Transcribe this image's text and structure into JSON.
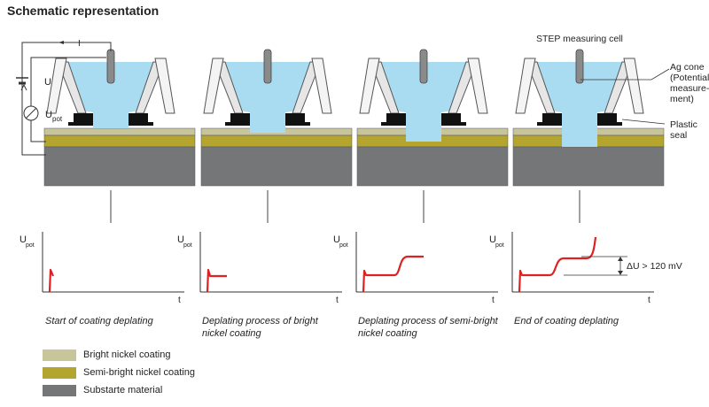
{
  "title": "Schematic representation",
  "cell_title": "STEP measuring cell",
  "labels": {
    "ag_cone": [
      "Ag cone",
      "(Potential-",
      "measure-",
      "ment)"
    ],
    "plastic_seal": [
      "Plastic",
      "seal"
    ],
    "current": "I",
    "voltage": "U",
    "upot_main": "U",
    "upot_sub": "pot"
  },
  "charts": [
    {
      "ylabel_main": "U",
      "ylabel_sub": "pot",
      "xlabel": "t",
      "caption": [
        "Start of coating deplating"
      ]
    },
    {
      "ylabel_main": "U",
      "ylabel_sub": "pot",
      "xlabel": "t",
      "caption": [
        "Deplating process of bright",
        "nickel coating"
      ]
    },
    {
      "ylabel_main": "U",
      "ylabel_sub": "pot",
      "xlabel": "t",
      "caption": [
        "Deplating process of semi-bright",
        "nickel coating"
      ]
    },
    {
      "ylabel_main": "U",
      "ylabel_sub": "pot",
      "xlabel": "t",
      "caption": [
        "End of coating deplating"
      ]
    }
  ],
  "delta_label": "ΔU > 120 mV",
  "legend": [
    {
      "label": "Bright nickel coating",
      "color": "#c8c59a"
    },
    {
      "label": "Semi-bright nickel coating",
      "color": "#b3a52d"
    },
    {
      "label": "Substarte material",
      "color": "#757677"
    }
  ],
  "colors": {
    "electrolyte": "#a9dcf1",
    "curve": "#dd2222",
    "seal": "#111111",
    "cone": "#8a8a8a"
  }
}
